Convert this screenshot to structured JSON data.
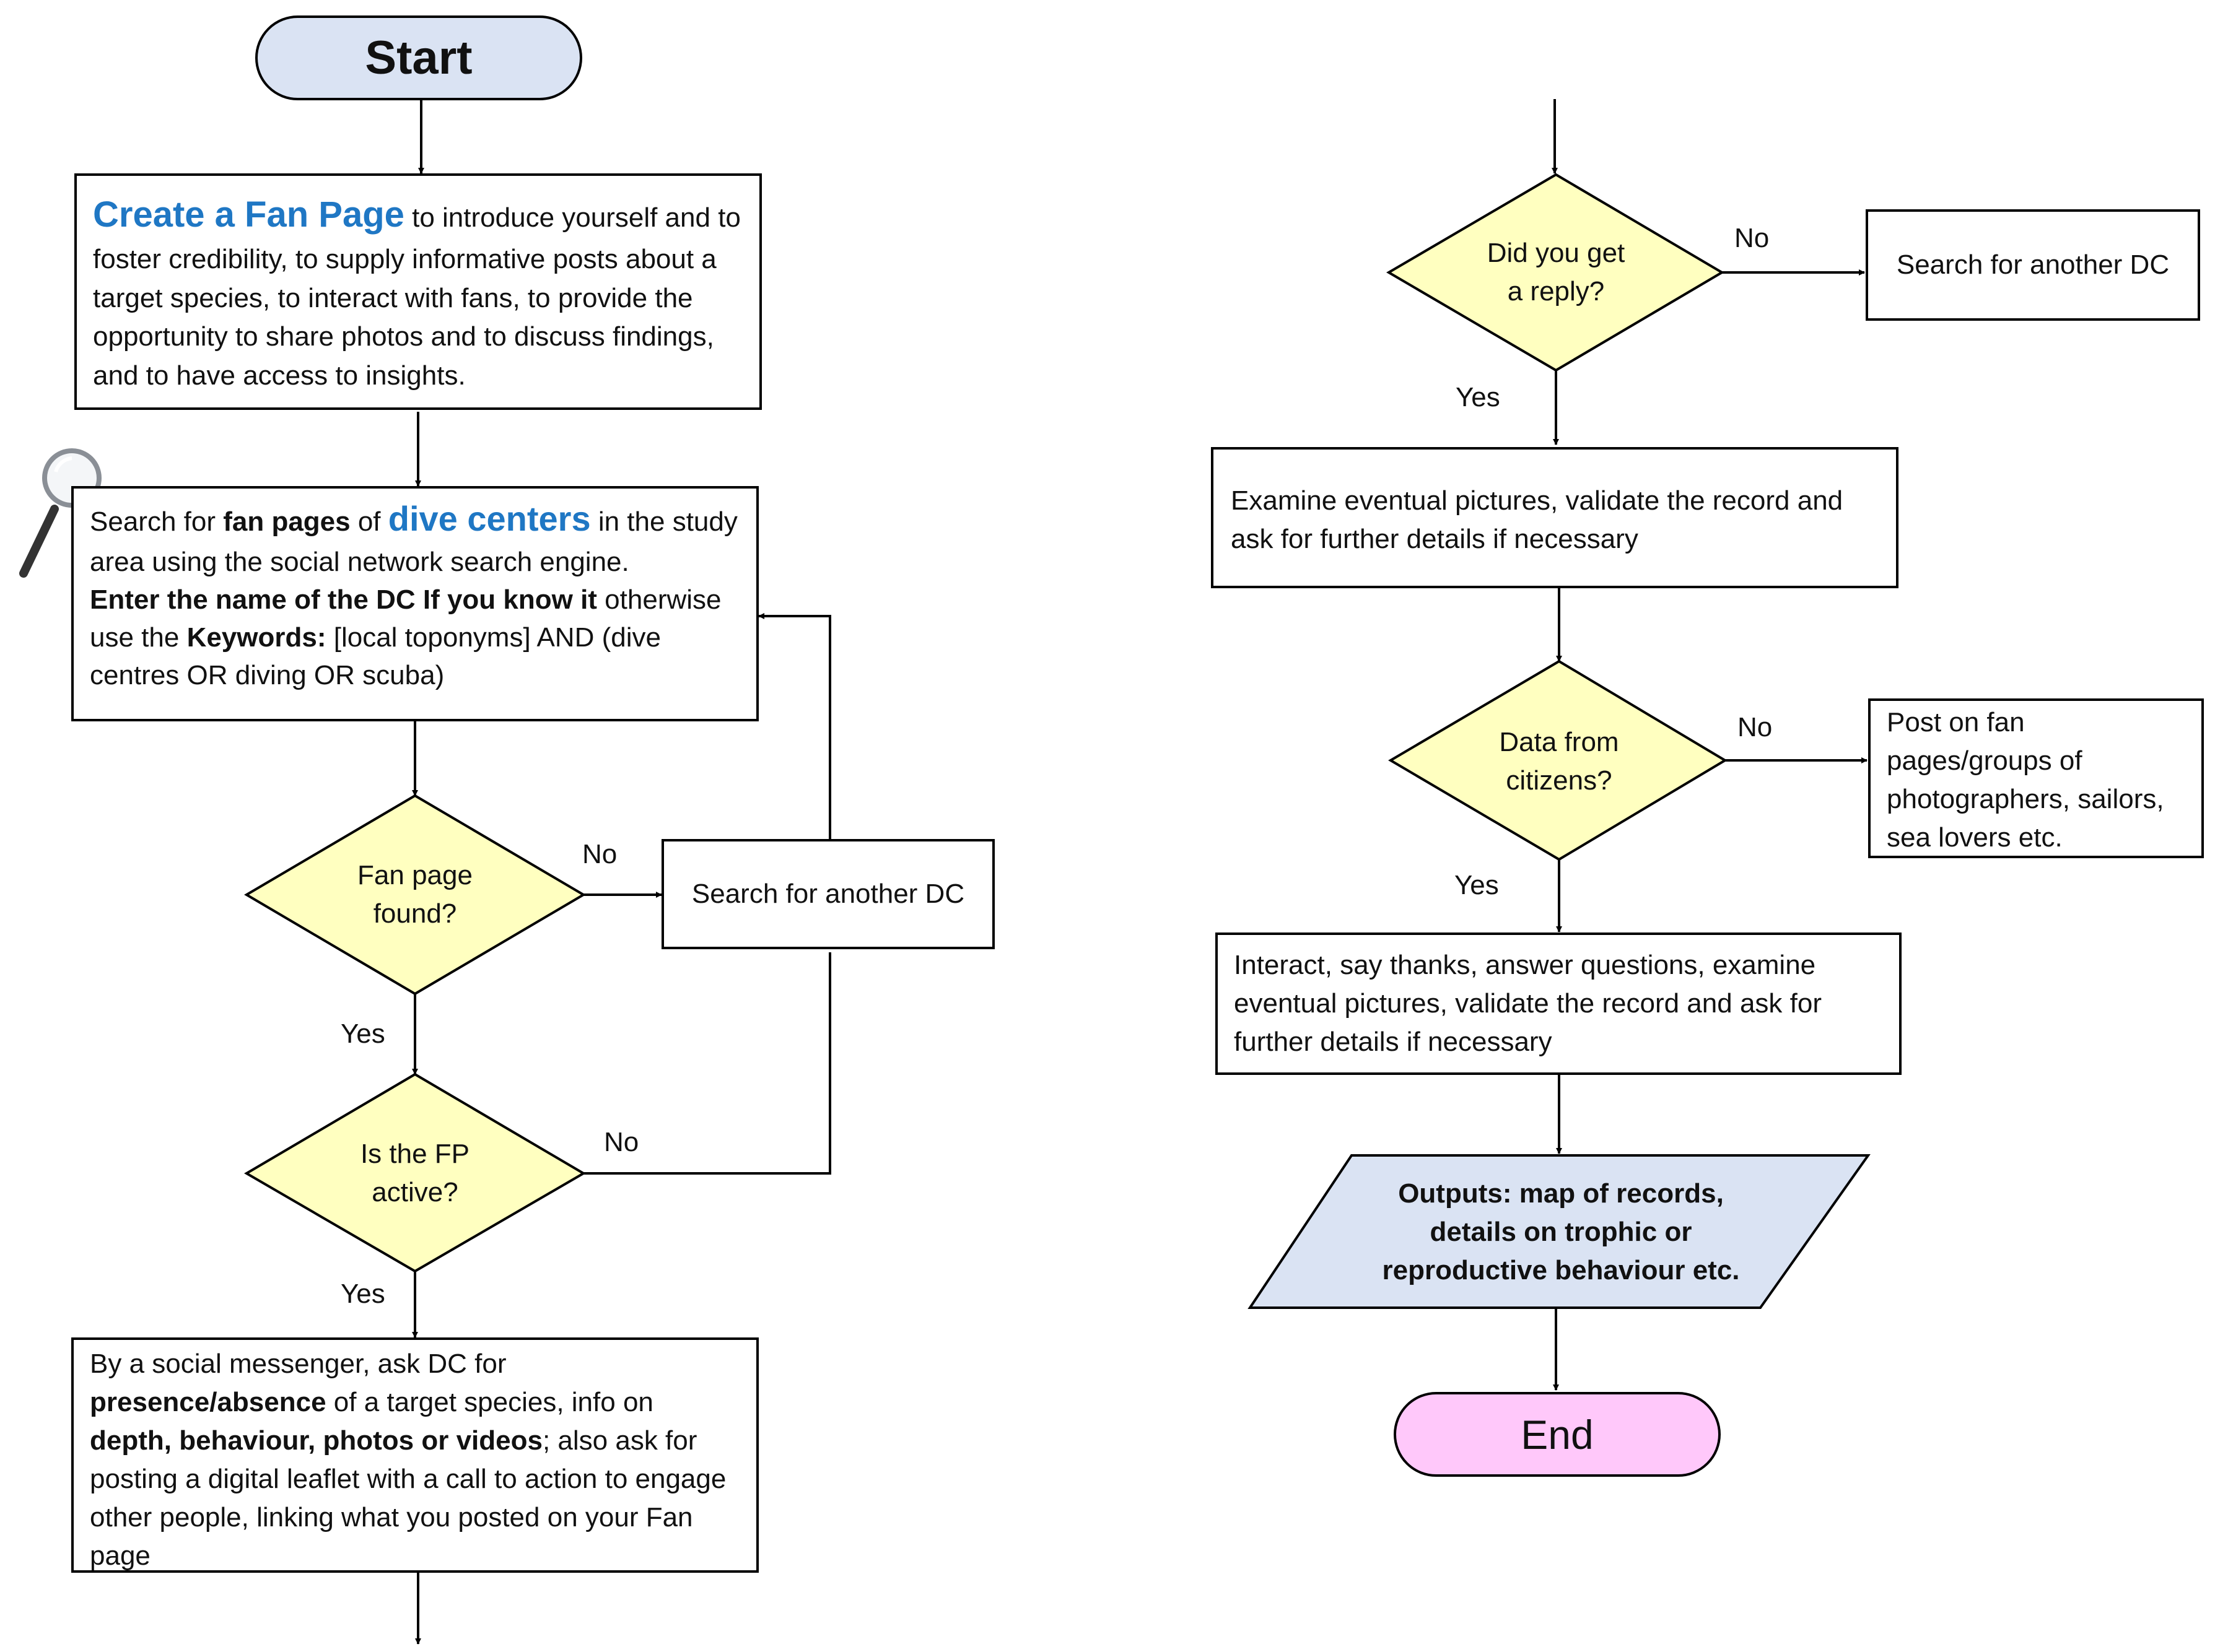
{
  "start": "Start",
  "end": "End",
  "create_fan_page": {
    "highlight": "Create a Fan Page",
    "rest": " to introduce yourself and to foster credibility, to supply informative posts about a target species, to interact with fans, to provide the opportunity to share photos and to discuss findings, and to have access to insights."
  },
  "search_fan_pages": {
    "t1": "Search for ",
    "b1": "fan pages",
    "t2": " of ",
    "highlight": "dive centers",
    "t3": " in the study area using the social network search engine.",
    "b2": "Enter the name of the DC If you know it",
    "t4": " otherwise use the ",
    "b3": "Keywords:",
    "t5": " [local toponyms] AND (dive centres OR diving OR scuba)"
  },
  "decision_fan_page_found": "Fan page found?",
  "decision_fp_active": "Is the FP active?",
  "search_another_dc_left": "Search for another DC",
  "ask_dc": {
    "t1": "By a social messenger, ask DC for ",
    "b1": "presence/absence",
    "t2": " of a target species, info on ",
    "b2": "depth, behaviour, photos or videos",
    "t3": "; also ask for posting a digital leaflet with a call to action to engage other people, linking what you posted on your Fan page"
  },
  "decision_reply": "Did you get a reply?",
  "search_another_dc_right": "Search for another DC",
  "examine_pictures": "Examine eventual pictures, validate the record and ask for further details if necessary",
  "decision_citizens": "Data from citizens?",
  "post_on_pages": "Post on fan pages/groups of photographers, sailors, sea lovers etc.",
  "interact": "Interact, say thanks, answer questions, examine eventual pictures, validate the record and ask for further details if necessary",
  "outputs": "Outputs: map of records, details on trophic or reproductive behaviour etc.",
  "labels": {
    "no_1": "No",
    "yes_1": "Yes",
    "no_2": "No",
    "yes_2": "Yes",
    "no_3": "No",
    "yes_3": "Yes",
    "no_4": "No",
    "yes_4": "Yes"
  },
  "icons": {
    "magnifier": "magnifier-icon"
  },
  "colors": {
    "start_fill": "#dae3f3",
    "decision_fill": "#ffffc0",
    "outputs_fill": "#dae3f3",
    "end_fill": "#ffc8fa",
    "highlight": "#1f77c4"
  }
}
